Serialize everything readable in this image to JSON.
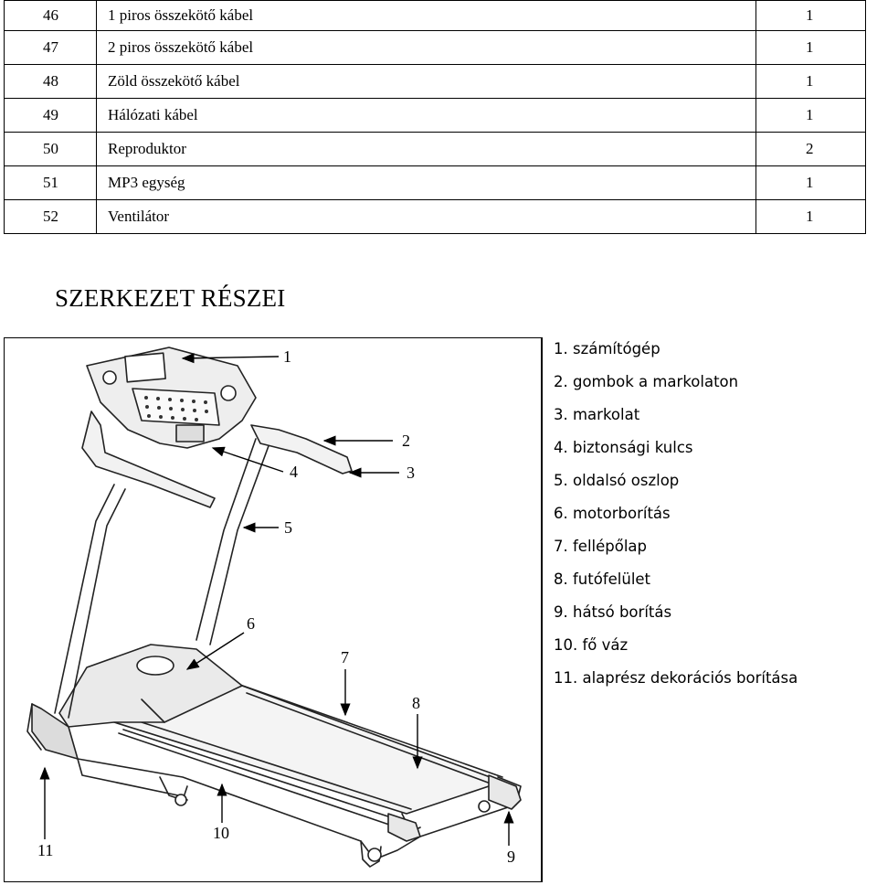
{
  "parts_table": {
    "rows": [
      {
        "num": "46",
        "name": "1 piros összekötő kábel",
        "qty": "1"
      },
      {
        "num": "47",
        "name": "2 piros összekötő kábel",
        "qty": "1"
      },
      {
        "num": "48",
        "name": "Zöld összekötő kábel",
        "qty": "1"
      },
      {
        "num": "49",
        "name": "Hálózati kábel",
        "qty": "1"
      },
      {
        "num": "50",
        "name": "Reproduktor",
        "qty": "2"
      },
      {
        "num": "51",
        "name": "MP3 egység",
        "qty": "1"
      },
      {
        "num": "52",
        "name": "Ventilátor",
        "qty": "1"
      }
    ]
  },
  "section_heading": "SZERKEZET RÉSZEI",
  "figure": {
    "callouts": [
      "1",
      "2",
      "3",
      "4",
      "5",
      "6",
      "7",
      "8",
      "9",
      "10",
      "11"
    ]
  },
  "legend": [
    "1. számítógép",
    "2. gombok a markolaton",
    "3. markolat",
    "4. biztonsági kulcs",
    "5. oldalsó oszlop",
    "6. motorborítás",
    "7. fellépőlap",
    "8. futófelület",
    "9. hátsó borítás",
    "10. fő váz",
    "11. alaprész dekorációs borítása"
  ]
}
